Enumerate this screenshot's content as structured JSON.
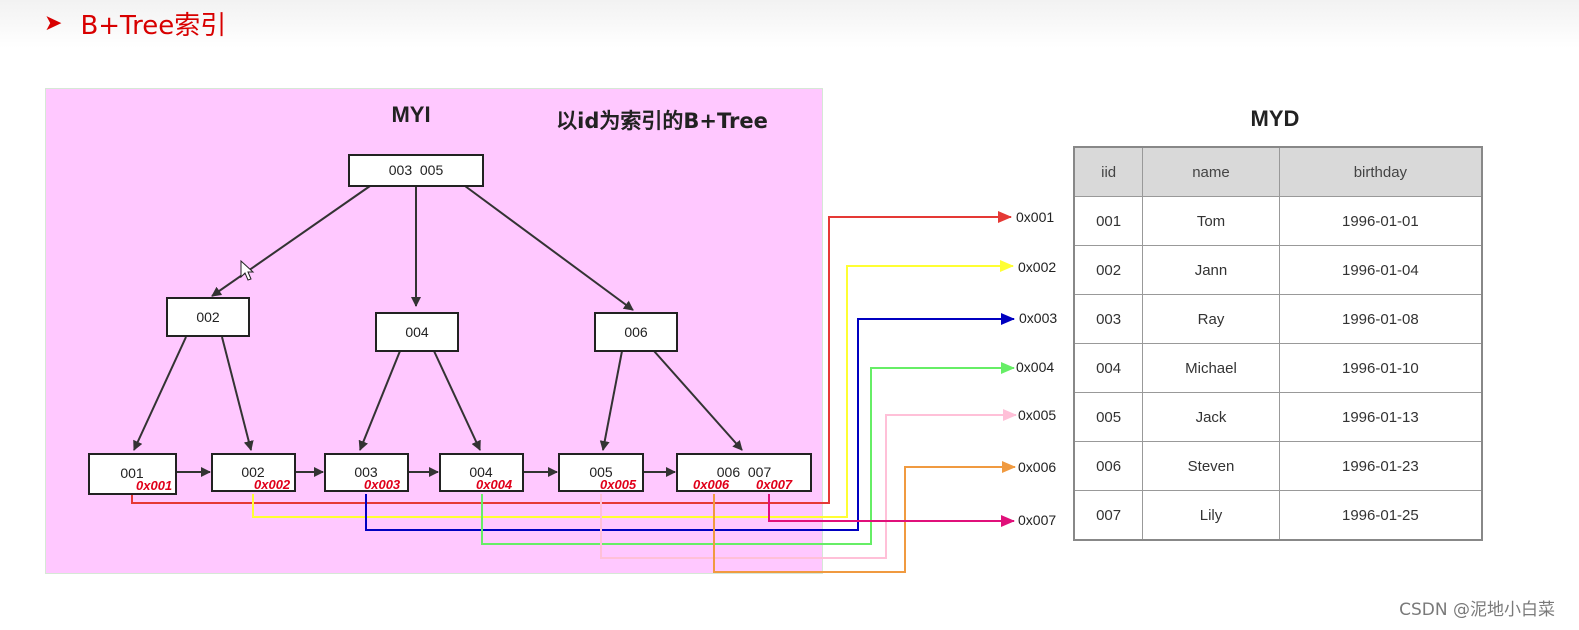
{
  "header": {
    "title": "B+Tree索引"
  },
  "myi": {
    "label": "MYI",
    "caption": "以id为索引的B+Tree",
    "root": {
      "keys": "003  005"
    },
    "internal_nodes": [
      {
        "keys": "002"
      },
      {
        "keys": "004"
      },
      {
        "keys": "006"
      }
    ],
    "leaf_nodes": [
      {
        "keys": "001",
        "addrs": [
          "0x001"
        ]
      },
      {
        "keys": "002",
        "addrs": [
          "0x002"
        ]
      },
      {
        "keys": "003",
        "addrs": [
          "0x003"
        ]
      },
      {
        "keys": "004",
        "addrs": [
          "0x004"
        ]
      },
      {
        "keys": "005",
        "addrs": [
          "0x005"
        ]
      },
      {
        "keys": "006  007",
        "addrs": [
          "0x006",
          "0x007"
        ]
      }
    ],
    "pointers": [
      {
        "addr": "0x001",
        "color": "#e53935"
      },
      {
        "addr": "0x002",
        "color": "#ffff33"
      },
      {
        "addr": "0x003",
        "color": "#0000c0"
      },
      {
        "addr": "0x004",
        "color": "#66ee66"
      },
      {
        "addr": "0x005",
        "color": "#ffc0d8"
      },
      {
        "addr": "0x006",
        "color": "#f09a40"
      },
      {
        "addr": "0x007",
        "color": "#e0107a"
      }
    ]
  },
  "myd": {
    "label": "MYD",
    "columns": [
      "iid",
      "name",
      "birthday"
    ],
    "rows": [
      [
        "001",
        "Tom",
        "1996-01-01"
      ],
      [
        "002",
        "Jann",
        "1996-01-04"
      ],
      [
        "003",
        "Ray",
        "1996-01-08"
      ],
      [
        "004",
        "Michael",
        "1996-01-10"
      ],
      [
        "005",
        "Jack",
        "1996-01-13"
      ],
      [
        "006",
        "Steven",
        "1996-01-23"
      ],
      [
        "007",
        "Lily",
        "1996-01-25"
      ]
    ]
  },
  "watermark": "CSDN @泥地小白菜",
  "icons": {
    "bullet": "play-triangle-icon",
    "cursor": "mouse-pointer-icon"
  }
}
